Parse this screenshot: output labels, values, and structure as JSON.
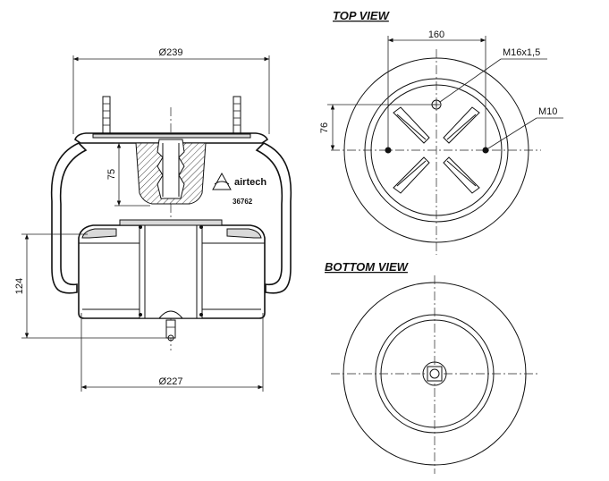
{
  "side_view": {
    "dim_top_diameter": "Ø239",
    "dim_bottom_diameter": "Ø227",
    "dim_height_75": "75",
    "dim_height_124": "124",
    "brand_label": "airtech",
    "part_number": "36762"
  },
  "top_view": {
    "title": "TOP VIEW",
    "dim_bolt_spacing": "160",
    "dim_offset": "76",
    "callout_center_stud": "M16x1,5",
    "callout_side_studs": "M10"
  },
  "bottom_view": {
    "title": "BOTTOM VIEW"
  }
}
